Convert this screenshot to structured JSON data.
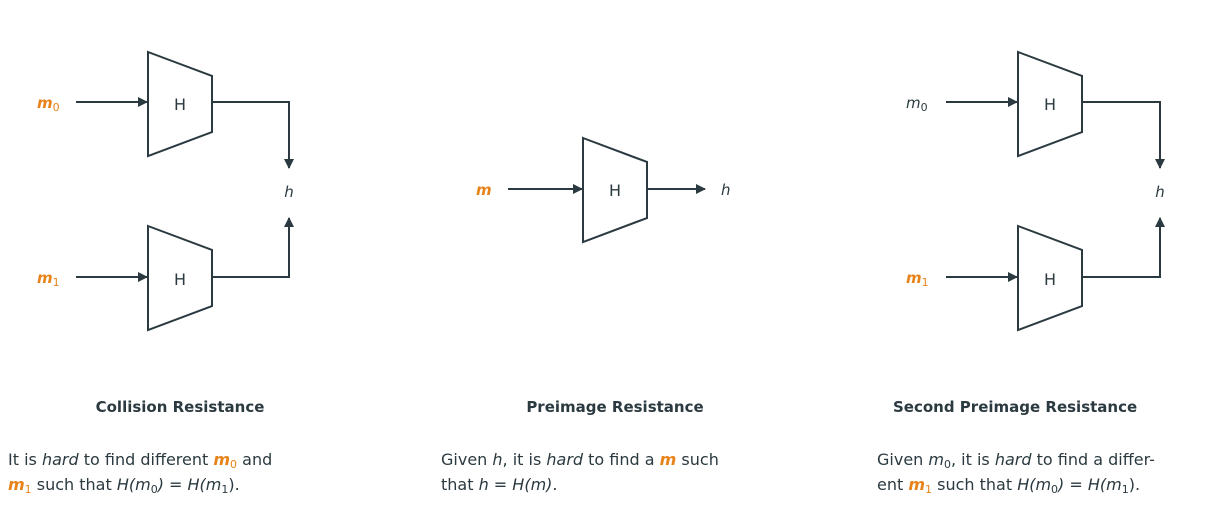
{
  "colors": {
    "accent": "#e8831a",
    "ink": "#2b3a40"
  },
  "box_label": "H",
  "panels": [
    {
      "title": "Collision Resistance",
      "input0": {
        "base": "m",
        "sub": "0"
      },
      "input1": {
        "base": "m",
        "sub": "1"
      },
      "output": "h",
      "desc_line1": [
        "It is ",
        "hard",
        " to find different ",
        "m",
        "0",
        " and"
      ],
      "desc_line2": [
        "m",
        "1",
        " such that ",
        "H(m",
        "0",
        ") = H(m",
        "1",
        ")."
      ]
    },
    {
      "title": "Preimage Resistance",
      "input": "m",
      "output": "h",
      "desc_line1": [
        "Given ",
        "h",
        ", it is ",
        "hard",
        " to find a ",
        "m",
        " such"
      ],
      "desc_line2": [
        "that ",
        "h = H(m)",
        "."
      ]
    },
    {
      "title": "Second Preimage Resistance",
      "input0": {
        "base": "m",
        "sub": "0"
      },
      "input1": {
        "base": "m",
        "sub": "1"
      },
      "output": "h",
      "desc_line1": [
        "Given ",
        "m",
        "0",
        ", it is ",
        "hard",
        " to find a differ-"
      ],
      "desc_line2": [
        "ent ",
        "m",
        "1",
        " such that ",
        "H(m",
        "0",
        ") = H(m",
        "1",
        ")."
      ]
    }
  ]
}
